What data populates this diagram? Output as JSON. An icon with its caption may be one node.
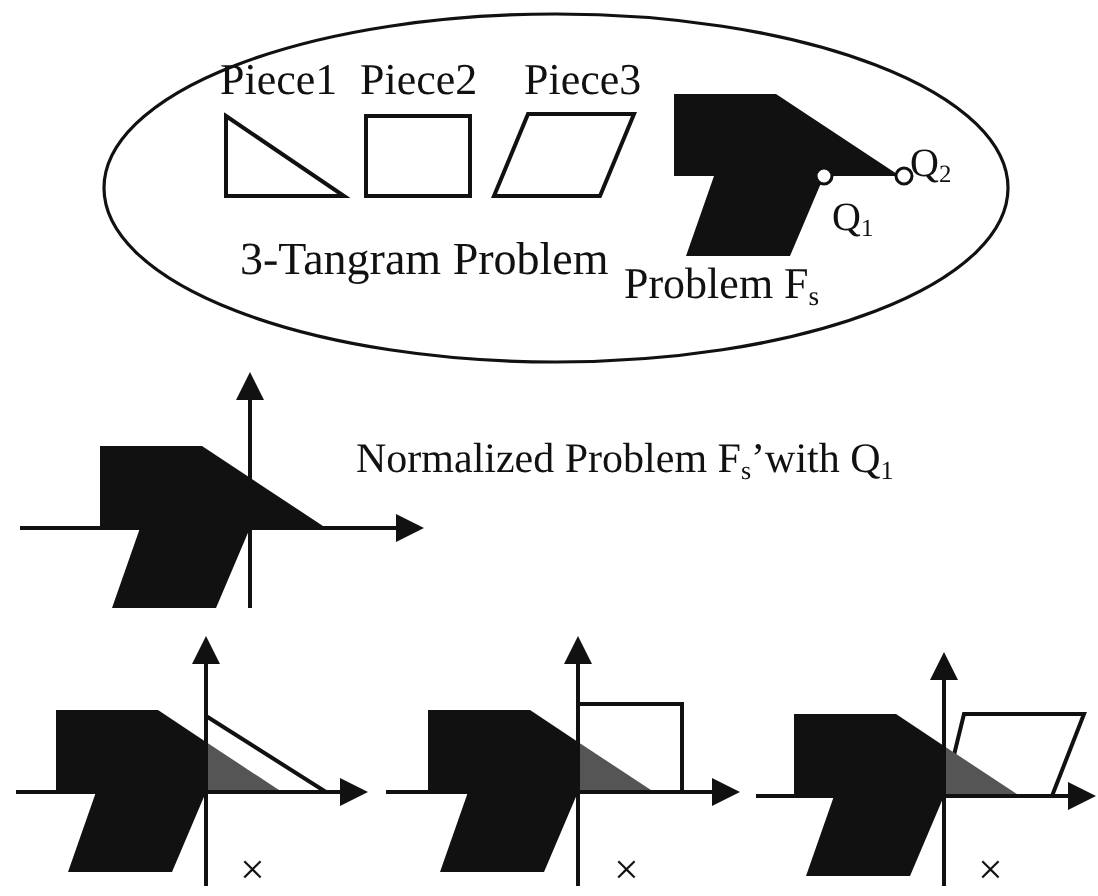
{
  "diagram": {
    "nodes": [
      {
        "text": [
          "Piece1",
          "Piece2",
          "Piece3",
          "Q$_{2}$",
          "Q$_{1}$",
          "3-Tangram Problem",
          "Problem F$_{s}$"
        ]
      }
    ],
    "labels": [
      "Normalized Problem F$_{s}$’with Q$_{1}$",
      "×",
      "×",
      "×"
    ]
  }
}
